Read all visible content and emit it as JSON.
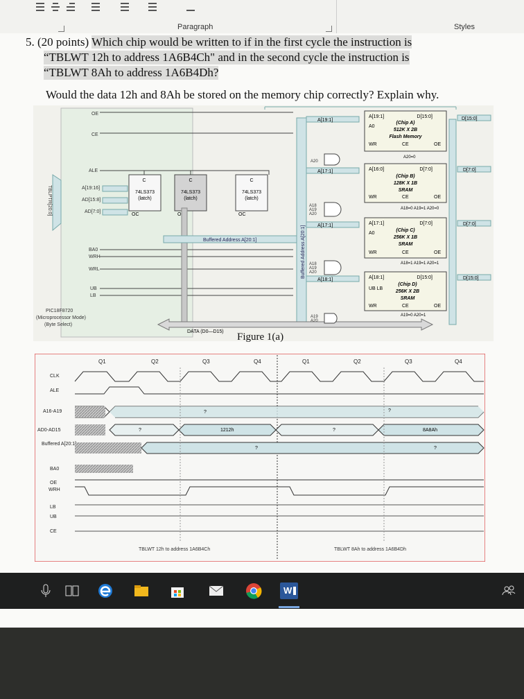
{
  "ribbon": {
    "paragraph_label": "Paragraph",
    "styles_label": "Styles"
  },
  "question": {
    "line1_number": "5.",
    "line1_points": "(20 points)",
    "line1_text": "Which chip would be written to if in the first cycle the instruction is",
    "line2": "“TBLWT 12h to address 1A6B4Ch\" and in the second cycle the instruction is",
    "line3": "“TBLWT 8Ah to address 1A6B4Dh?",
    "line4": "Would the data 12h and 8Ah be stored on the memory chip correctly? Explain why."
  },
  "figure": {
    "caption": "Figure 1(a)",
    "cpu_pins": [
      "OE",
      "CE",
      "ALE",
      "A[19:16]",
      "AD[15:8]",
      "AD[7:0]",
      "BA0",
      "WRH",
      "WRL",
      "UB",
      "LB"
    ],
    "cpu_name": "PIC18F8720",
    "cpu_mode": "(Microprocessor Mode)",
    "cpu_select": "(Byte Select)",
    "tblptr": "TBLPTR[20:0]",
    "latches": [
      {
        "c": "C",
        "name": "74LS373",
        "sub": "(latch)",
        "oc": "OC"
      },
      {
        "c": "C",
        "name": "74LS373",
        "sub": "(latch)",
        "oc": "OC"
      },
      {
        "c": "C",
        "name": "74LS373",
        "sub": "(latch)",
        "oc": "OC"
      }
    ],
    "buffered_address": "Buffered Address A[20:1]",
    "buffered_address_vertical": "Buffered Address A[20:1]",
    "data_bus": "DATA (D0—D15)",
    "chips": [
      {
        "bus_in": "A[19:1]",
        "addr": "A[19:1]",
        "data": "D[15:0]",
        "data_out": "D[15:0]",
        "pin_a0": "A0",
        "name1": "(Chip A)",
        "name2": "512K X 2B",
        "name3": "Flash Memory",
        "wr": "WR",
        "ce": "CE",
        "oe": "OE",
        "cond": "A20=0"
      },
      {
        "bus_in": "A[17:1]",
        "addr": "A[16:0]",
        "data": "D[7:0]",
        "data_out": "D[7:0]",
        "pin_a0": "",
        "name1": "(Chip B)",
        "name2": "128K X 1B",
        "name3": "SRAM",
        "wr": "WR",
        "ce": "CE",
        "oe": "OE",
        "cond": "A18=0 A19=1 A20=0"
      },
      {
        "bus_in": "A[17:1]",
        "addr": "A[17:1]",
        "data": "D[7:0]",
        "data_out": "D[7:0]",
        "pin_a0": "A0",
        "name1": "(Chip C)",
        "name2": "256K X 1B",
        "name3": "SRAM",
        "wr": "WR",
        "ce": "CE",
        "oe": "OE",
        "cond": "A18=1 A19=1 A20=1"
      },
      {
        "bus_in": "A[18:1]",
        "addr": "A[18:1]",
        "data": "D[15:0]",
        "data_out": "D[15:0]",
        "pin_a0": "UB LB",
        "name1": "(Chip D)",
        "name2": "256K X 2B",
        "name3": "SRAM",
        "wr": "WR",
        "ce": "CE",
        "oe": "OE",
        "cond": "A19=0 A20=1"
      }
    ],
    "decode_labels": [
      "A20",
      "A18",
      "A19",
      "A20",
      "A18",
      "A19",
      "A20",
      "A19",
      "A20"
    ]
  },
  "timing": {
    "phases": [
      "Q1",
      "Q2",
      "Q3",
      "Q4",
      "Q1",
      "Q2",
      "Q3",
      "Q4"
    ],
    "signals": [
      "CLK",
      "ALE",
      "A16-A19",
      "AD0-AD15",
      "Buffered A[20:1]",
      "BA0",
      "OE",
      "WRH",
      "LB",
      "UB",
      "CE"
    ],
    "bus_marks": {
      "a16": [
        "?",
        "?"
      ],
      "ad": [
        "?",
        "1212h",
        "?",
        "8A8Ah"
      ],
      "buf": [
        "?",
        "?"
      ]
    },
    "cycle1_label": "TBLWT 12h to address 1A6B4Ch",
    "cycle2_label": "TBLWT 8Ah to address 1A6B4Dh"
  },
  "taskbar": {
    "word_label": "W"
  },
  "colors": {
    "bus_fill": "#cfe3e6",
    "hatch": "#bdbdbd",
    "chip_fill": "#f5f5e6",
    "timing_border": "#e05a5a"
  }
}
